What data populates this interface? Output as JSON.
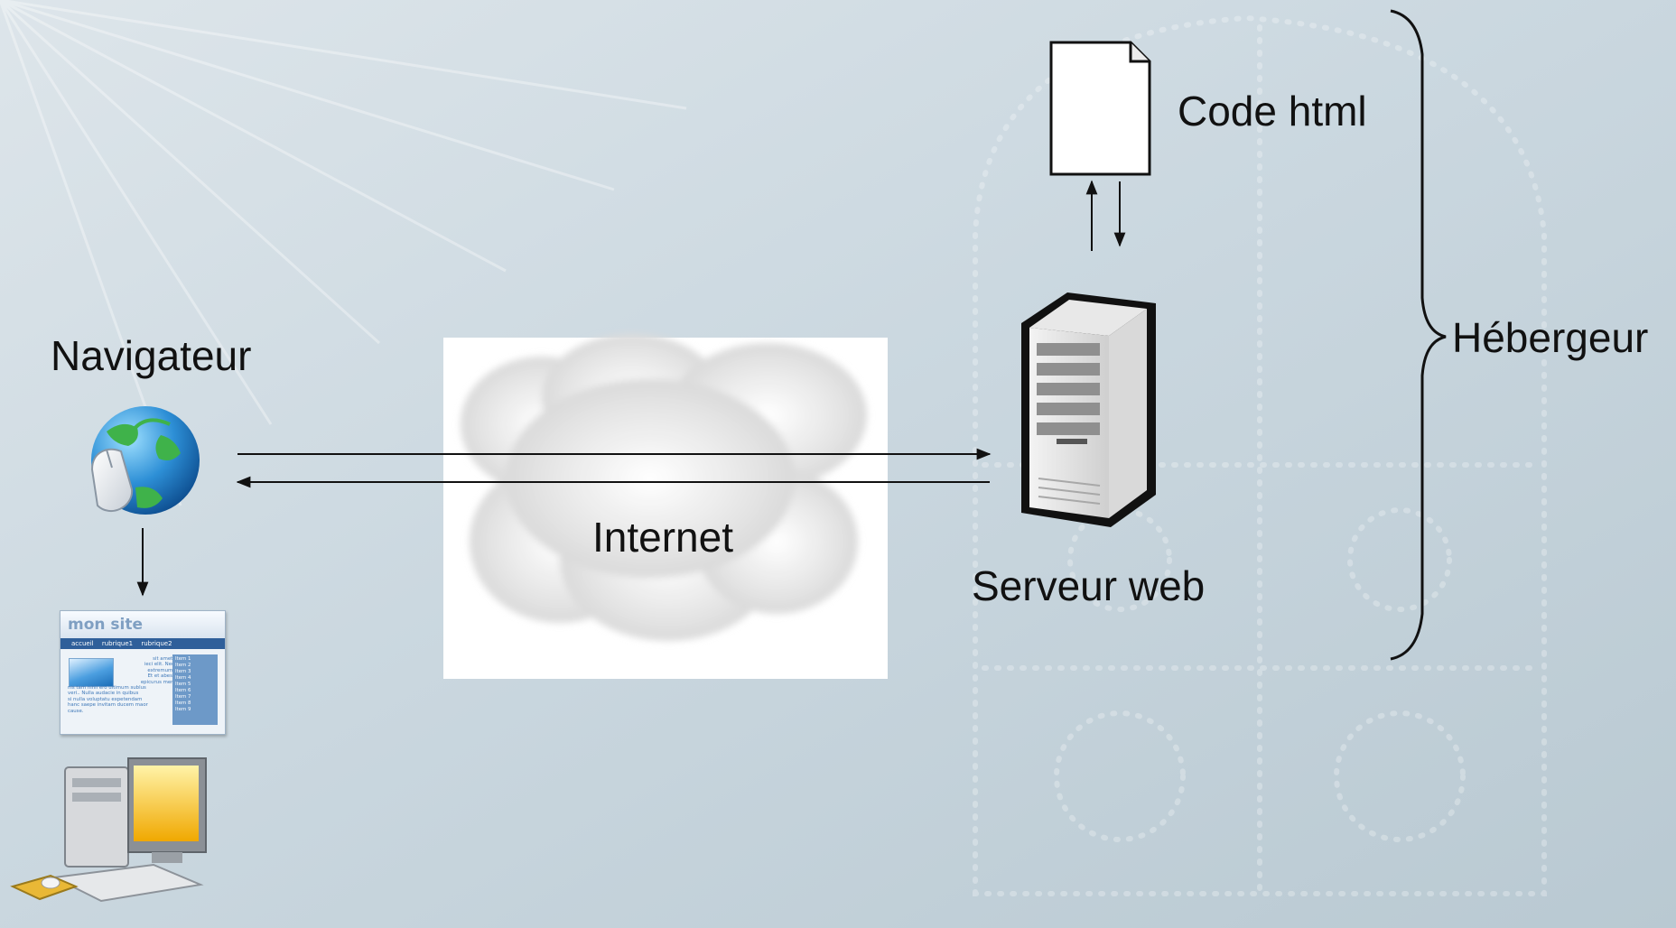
{
  "labels": {
    "navigateur": "Navigateur",
    "internet": "Internet",
    "serveur_web": "Serveur web",
    "code_html": "Code html",
    "hebergeur": "Hébergeur"
  },
  "mini_site": {
    "brand": "mon site",
    "menu": [
      "accueil",
      "rubrique1",
      "rubrique2"
    ],
    "body_lines": [
      "sit amet,",
      "ieci elit. Nec",
      "extremum,",
      "Et et abest",
      "epicurus mer-"
    ],
    "tail_lines": [
      "nis tam nihil ero ultimum sublus",
      "veri.. Nulla audacie in quibus",
      "si nulla voluptatu expetendam",
      "hanc saepe invitam ducem maor",
      "cause."
    ],
    "sidebar": [
      "Item 1",
      "Item 2",
      "Item 3",
      "Item 4",
      "Item 5",
      "Item 6",
      "Item 7",
      "Item 8",
      "Item 9"
    ]
  },
  "colors": {
    "background": "#c9d6de",
    "arrow": "#111111",
    "cloud_box": "#ffffff",
    "mini_site_header": "#2f5f9a"
  }
}
